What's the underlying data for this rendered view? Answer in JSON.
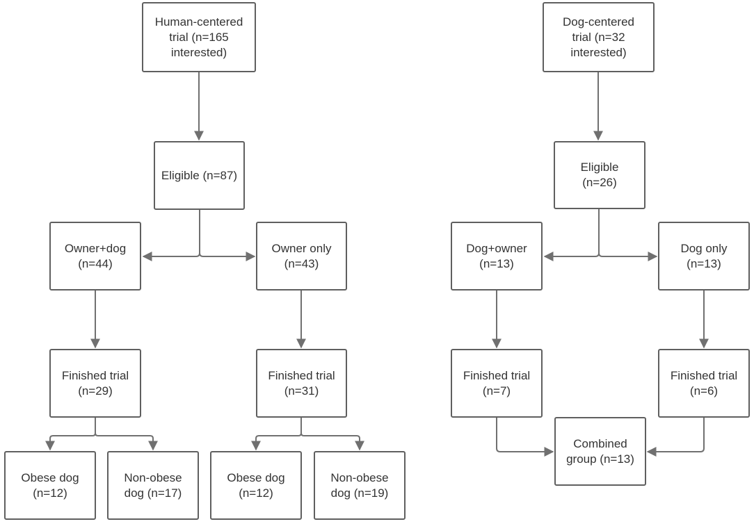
{
  "diagram": {
    "colors": {
      "stroke": "#5f5f5f",
      "line": "#707070",
      "text": "#333333",
      "background": "#ffffff"
    },
    "nodes": [
      {
        "id": "human-trial",
        "lines": [
          "Human-centered",
          "trial (n=165",
          "interested)"
        ]
      },
      {
        "id": "dog-trial",
        "lines": [
          "Dog-centered",
          "trial (n=32",
          "interested)"
        ]
      },
      {
        "id": "human-eligible",
        "lines": [
          "Eligible (n=87)"
        ]
      },
      {
        "id": "dog-eligible",
        "lines": [
          "Eligible",
          "(n=26)"
        ]
      },
      {
        "id": "owner-dog",
        "lines": [
          "Owner+dog",
          "(n=44)"
        ]
      },
      {
        "id": "owner-only",
        "lines": [
          "Owner only",
          "(n=43)"
        ]
      },
      {
        "id": "dog-owner",
        "lines": [
          "Dog+owner",
          "(n=13)"
        ]
      },
      {
        "id": "dog-only",
        "lines": [
          "Dog only",
          "(n=13)"
        ]
      },
      {
        "id": "owner-dog-finished",
        "lines": [
          "Finished trial",
          "(n=29)"
        ]
      },
      {
        "id": "owner-only-finished",
        "lines": [
          "Finished trial",
          "(n=31)"
        ]
      },
      {
        "id": "dog-owner-finished",
        "lines": [
          "Finished trial",
          "(n=7)"
        ]
      },
      {
        "id": "dog-only-finished",
        "lines": [
          "Finished trial",
          "(n=6)"
        ]
      },
      {
        "id": "combined-group",
        "lines": [
          "Combined",
          "group (n=13)"
        ]
      },
      {
        "id": "od-obese",
        "lines": [
          "Obese dog",
          "(n=12)"
        ]
      },
      {
        "id": "od-nonobese",
        "lines": [
          "Non-obese",
          "dog (n=17)"
        ]
      },
      {
        "id": "oo-obese",
        "lines": [
          "Obese dog",
          "(n=12)"
        ]
      },
      {
        "id": "oo-nonobese",
        "lines": [
          "Non-obese",
          "dog (n=19)"
        ]
      }
    ],
    "edges": [
      {
        "from": "human-trial",
        "to": "human-eligible"
      },
      {
        "from": "dog-trial",
        "to": "dog-eligible"
      },
      {
        "from": "human-eligible",
        "to": "owner-dog"
      },
      {
        "from": "human-eligible",
        "to": "owner-only"
      },
      {
        "from": "dog-eligible",
        "to": "dog-owner"
      },
      {
        "from": "dog-eligible",
        "to": "dog-only"
      },
      {
        "from": "owner-dog",
        "to": "owner-dog-finished"
      },
      {
        "from": "owner-only",
        "to": "owner-only-finished"
      },
      {
        "from": "dog-owner",
        "to": "dog-owner-finished"
      },
      {
        "from": "dog-only",
        "to": "dog-only-finished"
      },
      {
        "from": "owner-dog-finished",
        "to": "od-obese"
      },
      {
        "from": "owner-dog-finished",
        "to": "od-nonobese"
      },
      {
        "from": "owner-only-finished",
        "to": "oo-obese"
      },
      {
        "from": "owner-only-finished",
        "to": "oo-nonobese"
      },
      {
        "from": "dog-owner-finished",
        "to": "combined-group"
      },
      {
        "from": "dog-only-finished",
        "to": "combined-group"
      }
    ]
  }
}
